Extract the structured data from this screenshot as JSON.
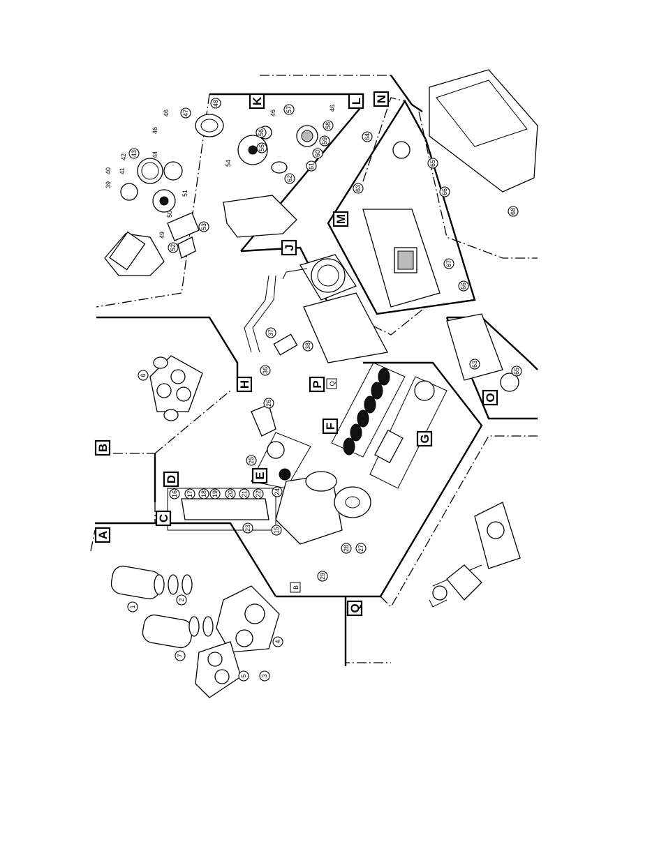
{
  "diagram": {
    "section_letters": [
      "A",
      "B",
      "C",
      "D",
      "E",
      "F",
      "G",
      "H",
      "J",
      "K",
      "L",
      "M",
      "N",
      "O",
      "P",
      "Q"
    ],
    "circled_numbers": [
      "1",
      "2",
      "3",
      "4",
      "5",
      "6",
      "7",
      "15",
      "16",
      "17",
      "18",
      "19",
      "20",
      "21",
      "22",
      "23",
      "24",
      "25",
      "26",
      "27",
      "28",
      "29",
      "36",
      "37",
      "38",
      "43",
      "47",
      "48",
      "52",
      "53",
      "55",
      "56",
      "57",
      "58",
      "59",
      "60",
      "61",
      "62",
      "63",
      "64",
      "65",
      "66",
      "67",
      "68"
    ],
    "plain_numbers": [
      "39",
      "40",
      "41",
      "42",
      "44",
      "46",
      "49",
      "50",
      "51",
      "54"
    ]
  }
}
